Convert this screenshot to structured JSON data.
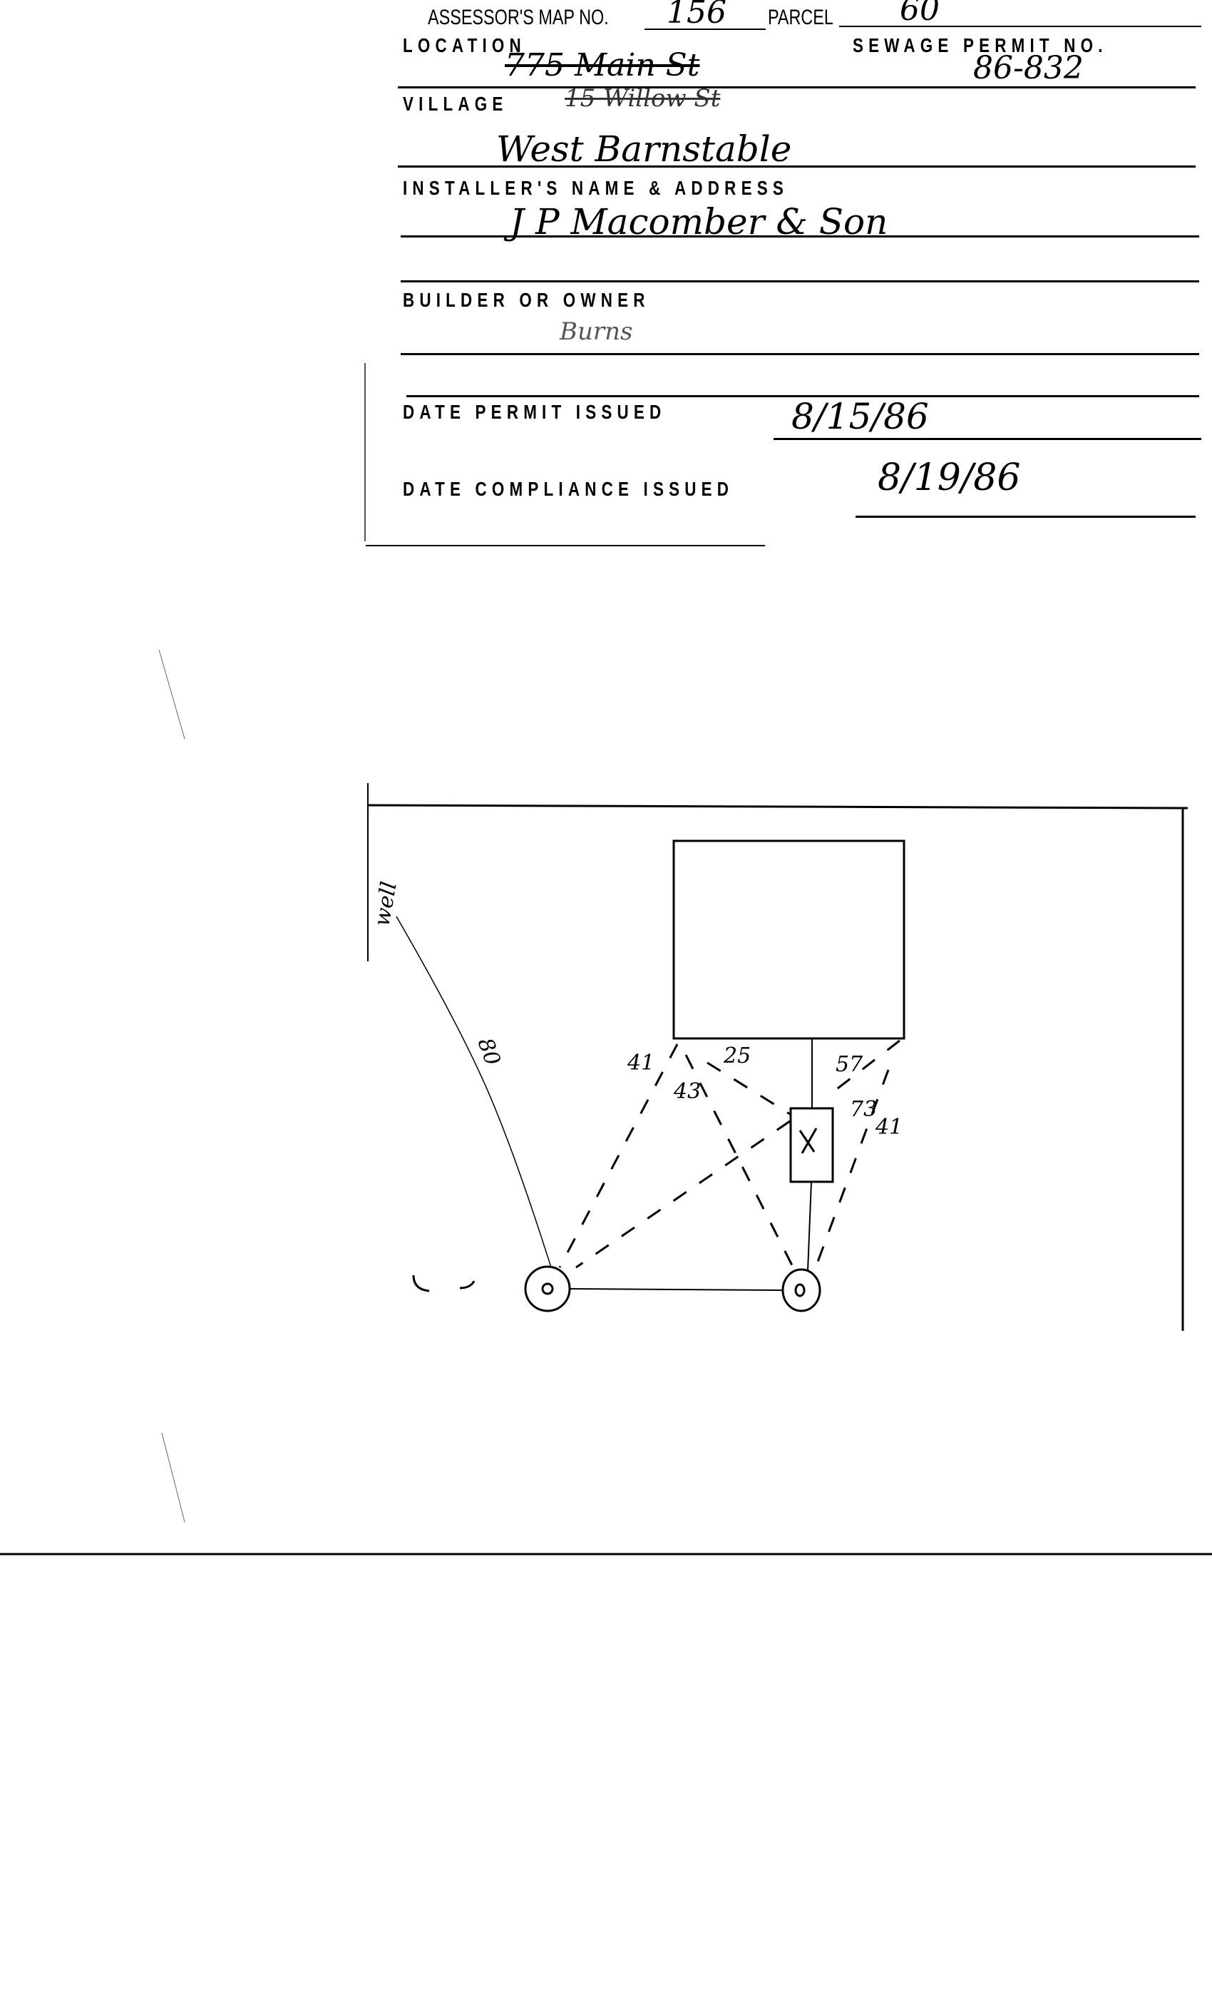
{
  "form": {
    "assessor_map_label": "ASSESSOR'S MAP NO.",
    "assessor_map_value": "156",
    "parcel_label": "PARCEL",
    "parcel_value": "60",
    "location_label": "LOCATION",
    "location_value": "775 Main St",
    "sewage_permit_label": "SEWAGE PERMIT NO.",
    "sewage_permit_value": "86-832",
    "village_label": "VILLAGE",
    "village_note": "15 Willow St",
    "village_value": "West Barnstable",
    "installer_label": "INSTALLER'S NAME & ADDRESS",
    "installer_value": "J P Macomber & Son",
    "builder_label": "BUILDER OR OWNER",
    "builder_value": "Burns",
    "permit_date_label": "DATE PERMIT ISSUED",
    "permit_date_value": "8/15/86",
    "compliance_date_label": "DATE COMPLIANCE ISSUED",
    "compliance_date_value": "8/19/86"
  },
  "sketch": {
    "well_label": "well",
    "well_distance": "80",
    "distances": [
      "41",
      "43",
      "25",
      "57",
      "73",
      "41"
    ]
  }
}
